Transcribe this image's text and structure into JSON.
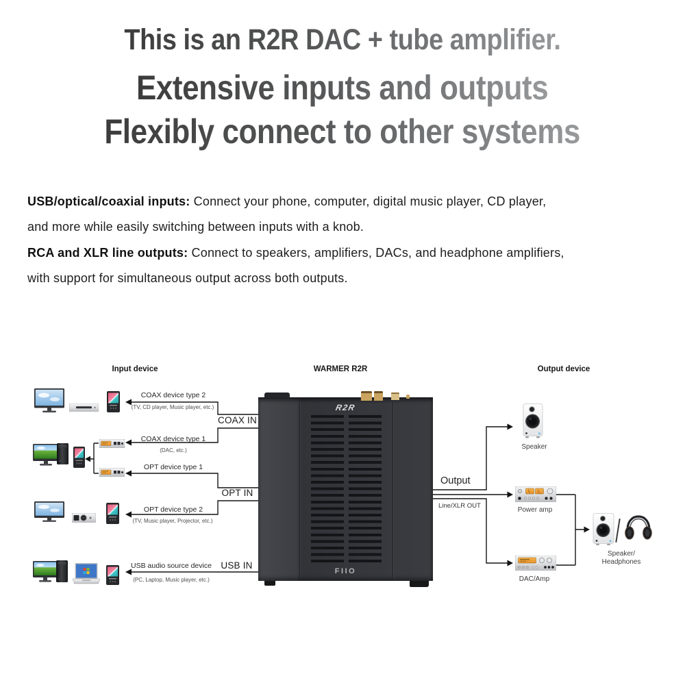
{
  "header": {
    "line1": "This is an R2R DAC + tube amplifier.",
    "line2": "Extensive inputs and outputs",
    "line3": "Flexibly connect to other systems"
  },
  "body": {
    "lines": [
      {
        "bold": "USB/optical/coaxial inputs:",
        "text": " Connect your phone, computer, digital music player, CD player,"
      },
      {
        "bold": "",
        "text": "and more while easily switching between inputs with a knob."
      },
      {
        "bold": "RCA and XLR line outputs:",
        "text": " Connect to speakers, amplifiers, DACs, and headphone amplifiers,"
      },
      {
        "bold": "",
        "text": "with support for simultaneous output across both outputs."
      }
    ]
  },
  "diagram": {
    "columns": {
      "input": "Input device",
      "center": "WARMER R2R",
      "output": "Output device"
    },
    "inputs": {
      "coax2": {
        "label": "COAX device type 2",
        "sub": "(TV, CD player, Music player, etc.)"
      },
      "coax1": {
        "label": "COAX device type 1",
        "sub": "(DAC, etc.)"
      },
      "opt1": {
        "label": "OPT device type 1"
      },
      "opt2": {
        "label": "OPT device type 2",
        "sub": "(TV, Music player, Projector, etc.)"
      },
      "usb": {
        "label": "USB audio source device",
        "sub": "(PC, Laptop, Music player, etc.)"
      }
    },
    "ports": {
      "coax": "COAX IN",
      "opt": "OPT IN",
      "usb": "USB IN"
    },
    "amp": {
      "top_logo": "R2R",
      "bottom_logo": "FIIO"
    },
    "outputs": {
      "output": "Output",
      "line_xlr": "Line/XLR OUT",
      "speaker": "Speaker",
      "power_amp": "Power amp",
      "dac_amp": "DAC/Amp",
      "speaker_headphones_line1": "Speaker/",
      "speaker_headphones_line2": "Headphones"
    },
    "colors": {
      "accent_display": "#f0a23a",
      "amp_body": "#35373c",
      "title_gradient_start": "#3c3c3c",
      "title_gradient_end": "#97999b",
      "wire": "#141414"
    }
  }
}
